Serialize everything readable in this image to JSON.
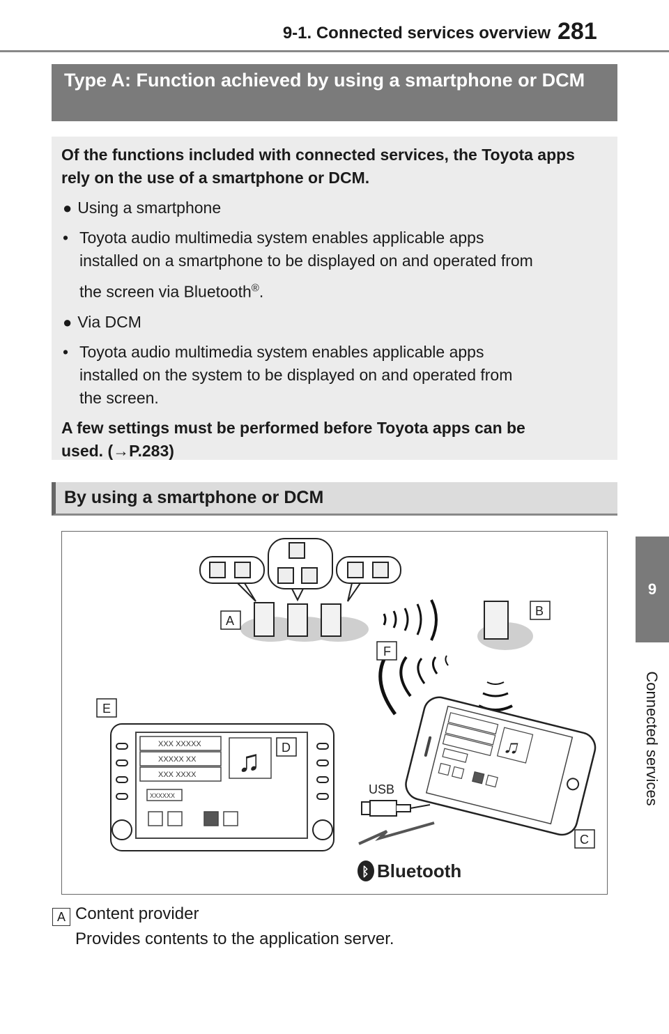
{
  "header": {
    "section": "9-1. Connected services overview",
    "page_number": "281"
  },
  "side_tab": {
    "number": "9",
    "label": "Connected services"
  },
  "typeA": {
    "title": "Type A: Function achieved by using a smartphone or DCM"
  },
  "info": {
    "intro": "Of the functions included with connected services, the Toyota apps rely on the use of a smartphone or DCM.",
    "bullet1": "Using a smartphone",
    "sub1_line1": "Toyota audio multimedia system enables applicable apps",
    "sub1_line2": "installed on a smartphone to be displayed on and operated from",
    "sub1_line3": "the screen via Bluetooth",
    "reg": "®",
    "period": ".",
    "bullet2": "Via DCM",
    "sub2_line1": "Toyota audio multimedia system enables applicable apps",
    "sub2_line2": "installed on the system to be displayed on and operated from",
    "sub2_line3": "the screen.",
    "note_line1": "A few settings must be performed before Toyota apps can be",
    "note_line2": "used. (→P.283)"
  },
  "section2": {
    "title": "By using a smartphone or DCM"
  },
  "figure": {
    "labels": {
      "A": "A",
      "B": "B",
      "C": "C",
      "D": "D",
      "E": "E",
      "F": "F"
    },
    "usb": "USB",
    "bluetooth": "Bluetooth",
    "screen_rows": [
      "XXX XXXXX",
      "XXXXX XX",
      "XXX XXXX"
    ],
    "screen_box": "XXXXXX"
  },
  "legend": {
    "marker": "A",
    "title": "Content provider",
    "desc": "Provides contents to the application server."
  }
}
